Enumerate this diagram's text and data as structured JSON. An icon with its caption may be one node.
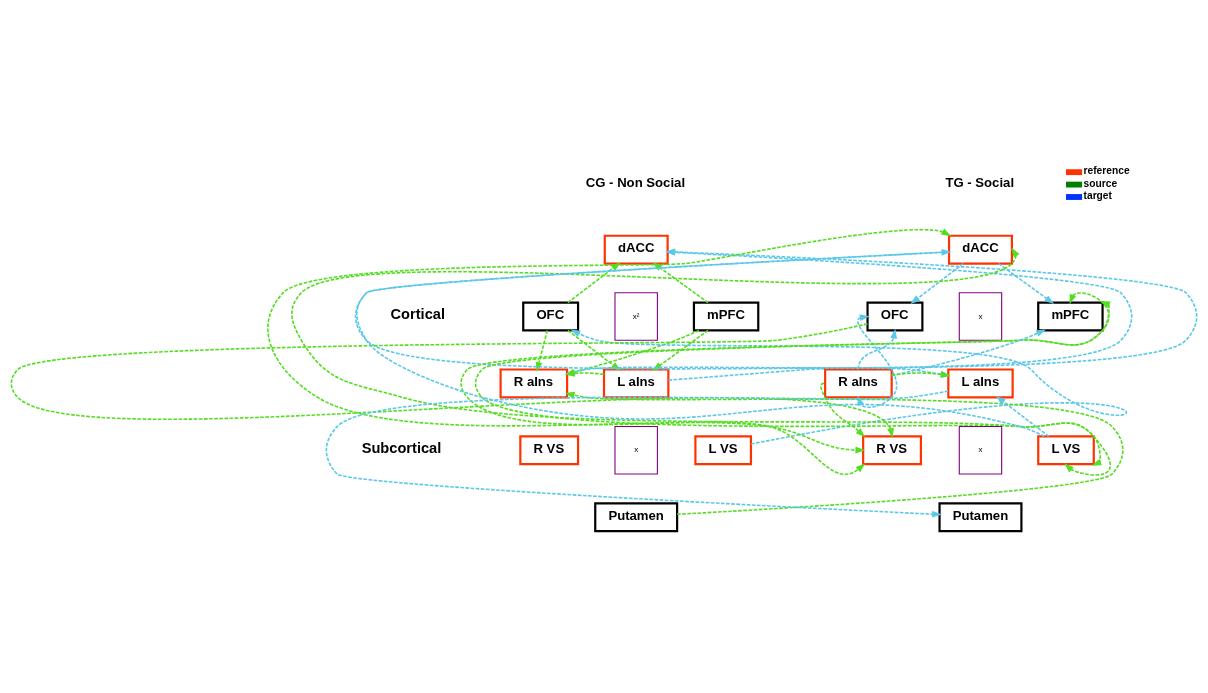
{
  "diagram": {
    "nodes": [
      {
        "text": [
          "dACC"
        ]
      },
      {
        "text": [
          "OFC"
        ]
      },
      {
        "text": [
          "x²"
        ]
      },
      {
        "text": [
          "mPFC"
        ]
      },
      {
        "text": [
          "R aIns"
        ]
      },
      {
        "text": [
          "L aIns"
        ]
      },
      {
        "text": [
          "R VS"
        ]
      },
      {
        "text": [
          "x"
        ]
      },
      {
        "text": [
          "L VS"
        ]
      },
      {
        "text": [
          "Putamen"
        ]
      },
      {
        "text": [
          "dACC"
        ]
      },
      {
        "text": [
          "OFC"
        ]
      },
      {
        "text": [
          "x"
        ]
      },
      {
        "text": [
          "mPFC"
        ]
      },
      {
        "text": [
          "R aIns"
        ]
      },
      {
        "text": [
          "L aIns"
        ]
      },
      {
        "text": [
          "R VS"
        ]
      },
      {
        "text": [
          "x"
        ]
      },
      {
        "text": [
          "L VS"
        ]
      },
      {
        "text": [
          "Putamen"
        ]
      }
    ],
    "edges": [
      {
        "from": 1,
        "to": 0,
        "arrow": "to",
        "style": "dashed",
        "color": "#55dd22"
      },
      {
        "from": 3,
        "to": 0,
        "arrow": "to",
        "style": "dashed",
        "color": "#55dd22"
      },
      {
        "from": 1,
        "to": 4,
        "arrow": "to",
        "style": "dashed",
        "color": "#55dd22"
      },
      {
        "from": 1,
        "to": 5,
        "arrow": "to",
        "style": "dashed",
        "color": "#55dd22"
      },
      {
        "from": 3,
        "to": 4,
        "arrow": "to",
        "style": "dashed",
        "color": "#55dd22"
      },
      {
        "from": 3,
        "to": 5,
        "arrow": "to",
        "style": "dashed",
        "color": "#55dd22"
      },
      {
        "from": 5,
        "to": 4,
        "arrow": "to",
        "style": "dashed",
        "color": "#55dd22"
      },
      {
        "from": 9,
        "to": 4,
        "arrow": "to",
        "style": "dashed",
        "color": "#55dd22"
      },
      {
        "from": 4,
        "to": 0,
        "arrow": "to",
        "style": "dashed",
        "color": "#5bc8e8"
      },
      {
        "from": 5,
        "to": 0,
        "arrow": "to",
        "style": "dashed",
        "color": "#5bc8e8"
      },
      {
        "from": 8,
        "to": 1,
        "arrow": "to",
        "style": "dashed",
        "color": "#5bc8e8"
      },
      {
        "from": 14,
        "to": 15,
        "arrow": "to",
        "style": "dashed",
        "color": "#55dd22"
      },
      {
        "from": 14,
        "to": 16,
        "arrow": "to",
        "style": "dashed",
        "color": "#55dd22"
      },
      {
        "from": 11,
        "to": 16,
        "arrow": "to",
        "style": "dashed",
        "color": "#55dd22"
      },
      {
        "from": 10,
        "to": 16,
        "arrow": "both",
        "style": "dashed",
        "color": "#55dd22"
      },
      {
        "from": 13,
        "to": 16,
        "arrow": "both",
        "style": "dashed",
        "color": "#55dd22"
      },
      {
        "from": 13,
        "to": 18,
        "arrow": "both",
        "style": "dashed",
        "color": "#55dd22"
      },
      {
        "from": 10,
        "to": 18,
        "arrow": "both",
        "style": "dashed",
        "color": "#55dd22"
      },
      {
        "from": 10,
        "to": 11,
        "arrow": "to",
        "style": "dashed",
        "color": "#5bc8e8"
      },
      {
        "from": 10,
        "to": 13,
        "arrow": "to",
        "style": "dashed",
        "color": "#5bc8e8"
      },
      {
        "from": 14,
        "to": 11,
        "arrow": "to",
        "style": "dashed",
        "color": "#5bc8e8"
      },
      {
        "from": 14,
        "to": 13,
        "arrow": "to",
        "style": "dashed",
        "color": "#5bc8e8"
      },
      {
        "from": 11,
        "to": 14,
        "arrow": "both",
        "style": "dashed",
        "color": "#5bc8e8"
      },
      {
        "from": 10,
        "to": 15,
        "arrow": "to",
        "style": "dashed",
        "color": "#5bc8e8"
      },
      {
        "from": 15,
        "to": 19,
        "arrow": "to",
        "style": "dashed",
        "color": "#5bc8e8"
      },
      {
        "from": 18,
        "to": 15,
        "arrow": "to",
        "style": "dashed",
        "color": "#5bc8e8"
      },
      {
        "from": 18,
        "to": 10,
        "arrow": "to",
        "style": "dashed",
        "color": "#5bc8e8"
      }
    ],
    "labels": [
      "CG - Non Social",
      "TG - Social",
      "Cortical",
      "Subcortical"
    ],
    "legend": [
      {
        "text": "reference",
        "color": "#ff3300"
      },
      {
        "text": "source",
        "color": "#008000"
      },
      {
        "text": "target",
        "color": "#0033ff"
      }
    ]
  }
}
